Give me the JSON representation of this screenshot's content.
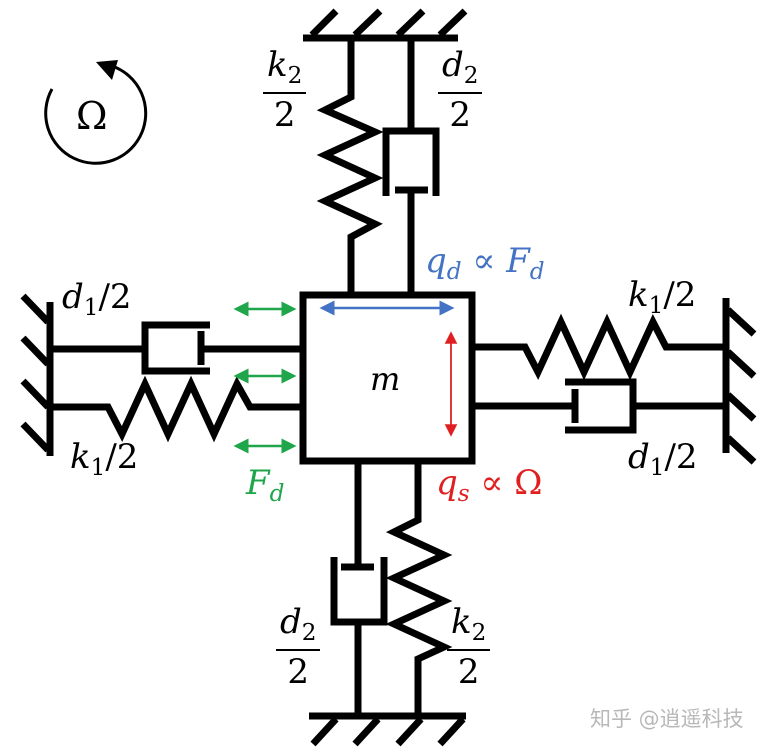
{
  "diagram": {
    "title": "Two-DOF spring-damper model of a rotating mass",
    "colors": {
      "structure": "#000000",
      "drive_force": "#1fa64a",
      "drive_mode": "#4472c4",
      "sense_mode": "#e02020",
      "watermark": "#b8b8b8"
    },
    "rotation": {
      "symbol": "Ω",
      "direction": "counter-clockwise"
    },
    "mass": {
      "label": "m"
    },
    "labels": {
      "top_spring": {
        "num": "k",
        "sub": "2",
        "den": "2"
      },
      "top_damper": {
        "num": "d",
        "sub": "2",
        "den": "2"
      },
      "bottom_damper": {
        "num": "d",
        "sub": "2",
        "den": "2"
      },
      "bottom_spring": {
        "num": "k",
        "sub": "2",
        "den": "2"
      },
      "left_damper": {
        "base": "d",
        "sub": "1",
        "tail": "/2"
      },
      "left_spring": {
        "base": "k",
        "sub": "1",
        "tail": "/2"
      },
      "right_spring": {
        "base": "k",
        "sub": "1",
        "tail": "/2"
      },
      "right_damper": {
        "base": "d",
        "sub": "1",
        "tail": "/2"
      },
      "drive_force": {
        "base": "F",
        "sub": "d"
      },
      "drive_mode": {
        "q": "q",
        "q_sub": "d",
        "rel": " ∝ ",
        "rhs": "F",
        "rhs_sub": "d"
      },
      "sense_mode": {
        "q": "q",
        "q_sub": "s",
        "rel": " ∝ ",
        "rhs": "Ω"
      }
    },
    "watermark": "知乎 @逍遥科技"
  }
}
